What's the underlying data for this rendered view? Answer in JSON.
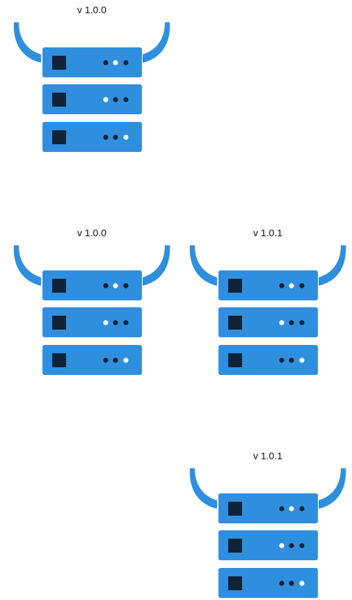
{
  "nodes": [
    {
      "version": "v 1.0.0",
      "led_pattern": [
        [
          0,
          1,
          0
        ],
        [
          1,
          0,
          0
        ],
        [
          0,
          0,
          1
        ]
      ]
    },
    {
      "version": "v 1.0.0",
      "led_pattern": [
        [
          0,
          1,
          0
        ],
        [
          1,
          0,
          0
        ],
        [
          0,
          0,
          1
        ]
      ]
    },
    {
      "version": "v 1.0.1",
      "led_pattern": [
        [
          0,
          1,
          0
        ],
        [
          1,
          0,
          0
        ],
        [
          0,
          0,
          1
        ]
      ]
    },
    {
      "version": "v 1.0.1",
      "led_pattern": [
        [
          0,
          1,
          0
        ],
        [
          1,
          0,
          0
        ],
        [
          0,
          0,
          1
        ]
      ]
    }
  ],
  "colors": {
    "server_blue": "#2f8fde",
    "dark_navy": "#0f2236",
    "led_on": "#ffffff",
    "led_off": "#0f2236",
    "label": "#111111"
  }
}
